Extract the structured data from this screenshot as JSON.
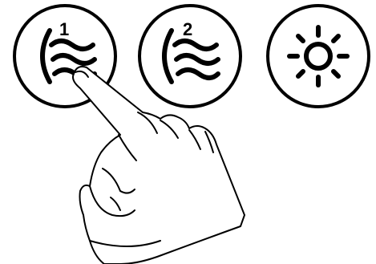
{
  "buttons": [
    {
      "id": "mode-1",
      "icon": "fan-speed-1-icon",
      "label": "1"
    },
    {
      "id": "mode-2",
      "icon": "fan-speed-2-icon",
      "label": "2"
    },
    {
      "id": "light",
      "icon": "sun-light-icon",
      "label": ""
    }
  ],
  "hand": {
    "icon": "pointing-hand-icon",
    "pressing": "mode-1"
  },
  "colors": {
    "stroke": "#000000",
    "background": "#ffffff",
    "hand_fill": "#ffffff",
    "shadow": "#cfcfcf"
  }
}
